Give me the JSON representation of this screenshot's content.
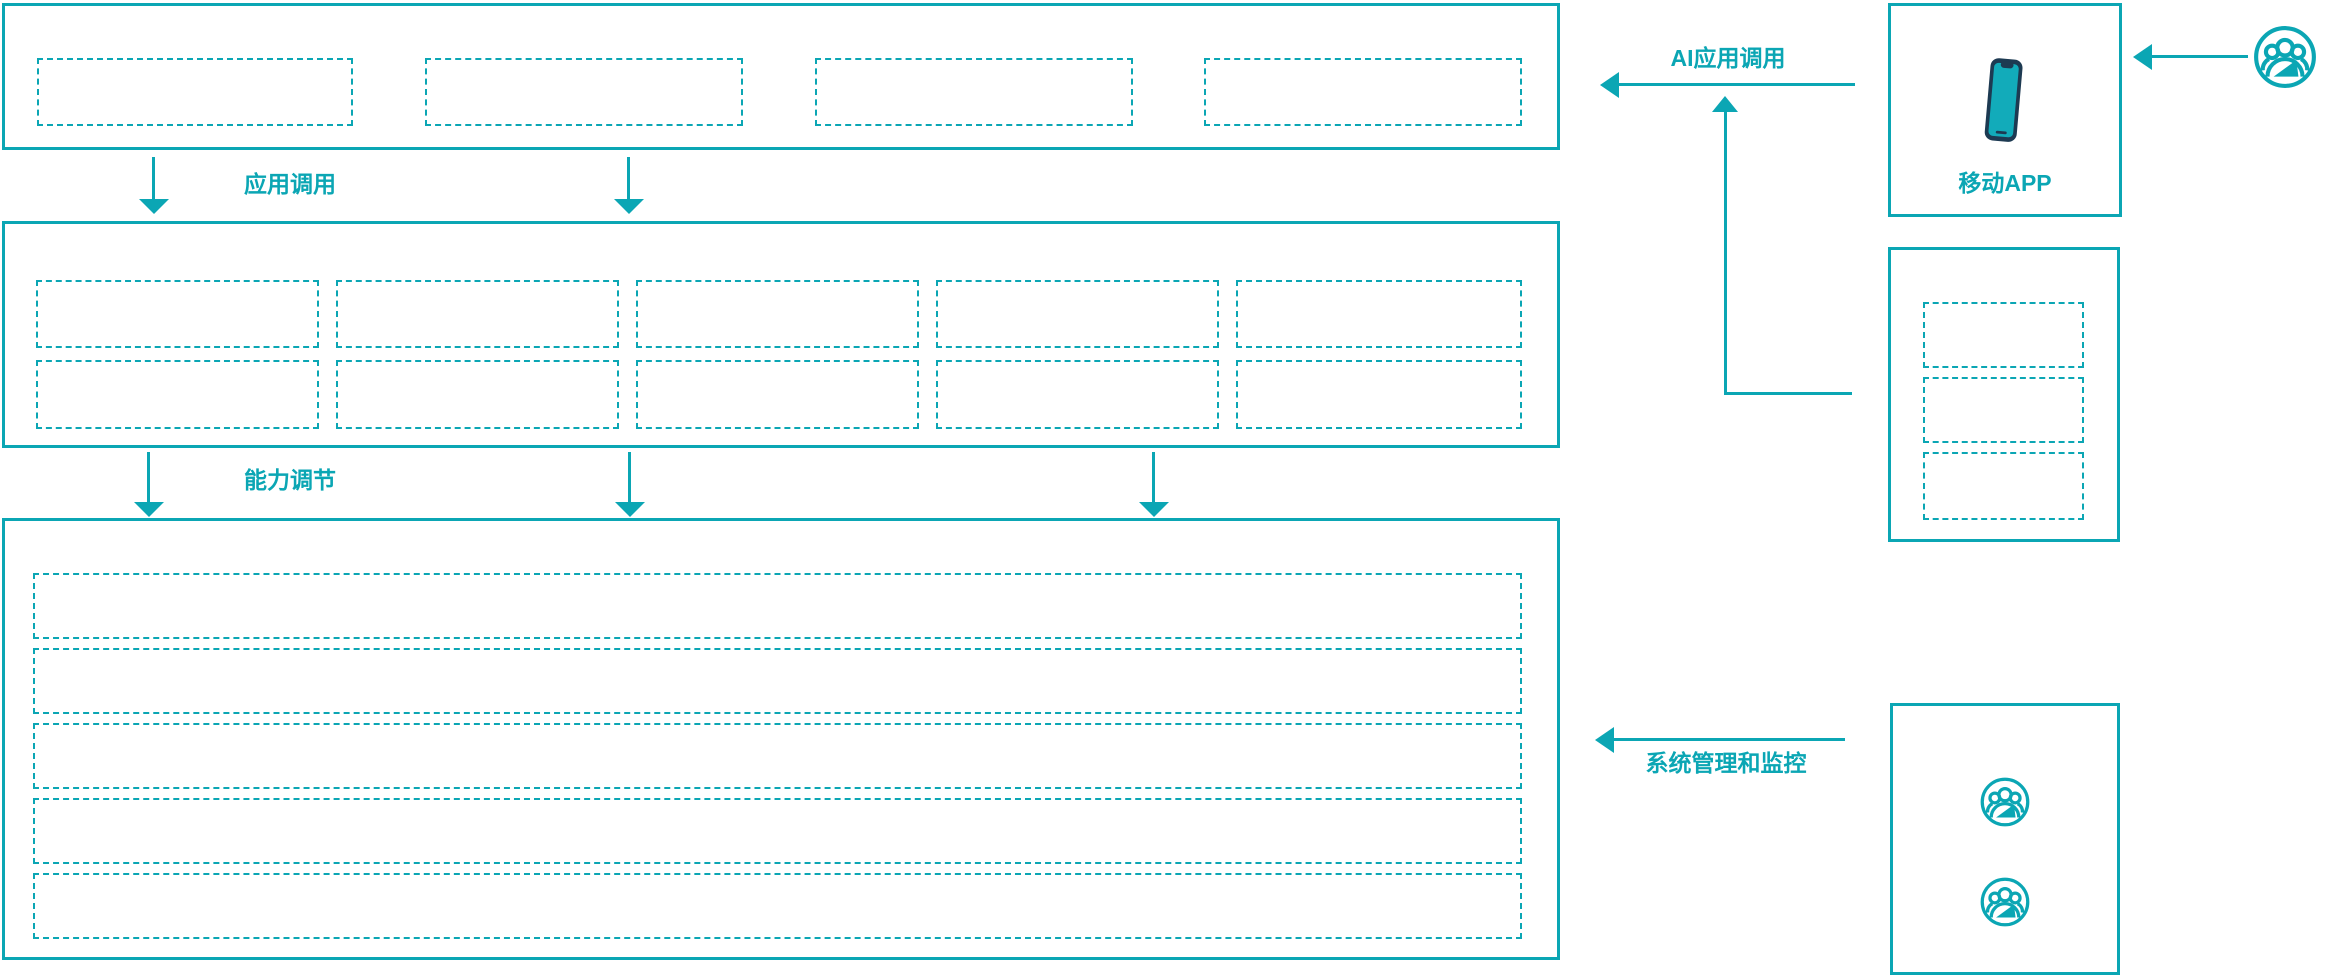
{
  "colors": {
    "accent": "#0ba6b4",
    "phone_body": "#1d3a52",
    "phone_screen": "#12abba",
    "background": "#ffffff"
  },
  "labels": {
    "app_call": "应用调用",
    "capability_adjust": "能力调节",
    "ai_app_call": "AI应用调用",
    "mobile_app": "移动APP",
    "system_monitor": "系统管理和监控"
  },
  "structure": {
    "top_layer_placeholders": 4,
    "middle_layer_rows": 2,
    "middle_layer_placeholders_per_row": 5,
    "bottom_layer_strips": 5,
    "right_middle_placeholders": 3
  },
  "icons": {
    "mobile_app_box": "smartphone-icon",
    "monitor_box": [
      "user-group-icon",
      "user-group-icon"
    ],
    "external_user": "user-group-icon"
  }
}
